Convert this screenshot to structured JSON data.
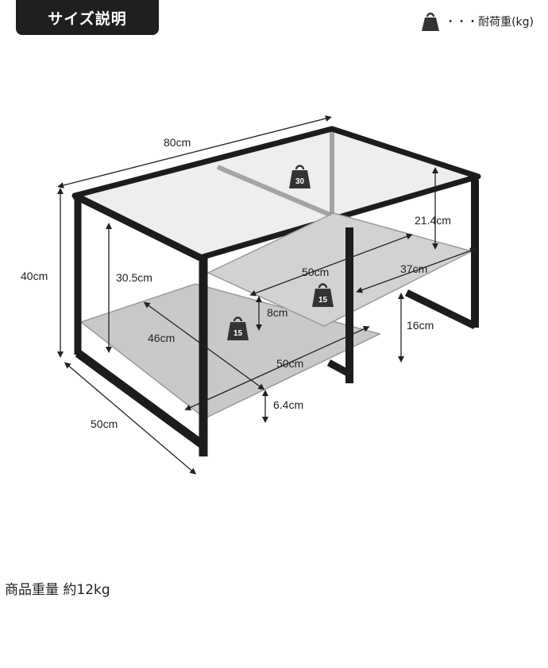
{
  "header": {
    "title": "サイズ説明",
    "legend_label": "・・・耐荷重(kg)",
    "legend_icon": "weight-icon"
  },
  "dimensions": {
    "width_top": "80cm",
    "height_total": "40cm",
    "inner_height": "30.5cm",
    "depth": "50cm",
    "glass_to_shelf": "21.4cm",
    "upper_shelf_width": "50cm",
    "upper_shelf_depth": "37cm",
    "shelf_gap": "8cm",
    "lower_shelf_depth": "46cm",
    "lower_shelf_width": "50cm",
    "lower_clearance": "6.4cm",
    "shelf_height": "16cm"
  },
  "load_capacity": {
    "top": "30",
    "upper_shelf": "15",
    "lower_shelf": "15"
  },
  "colors": {
    "frame": "#1c1c1c",
    "glass": "#eeeeee",
    "shelf": "#c9c9c9",
    "tab_bg": "#1f1f1f"
  },
  "footer": {
    "weight_text": "商品重量 約12kg"
  }
}
